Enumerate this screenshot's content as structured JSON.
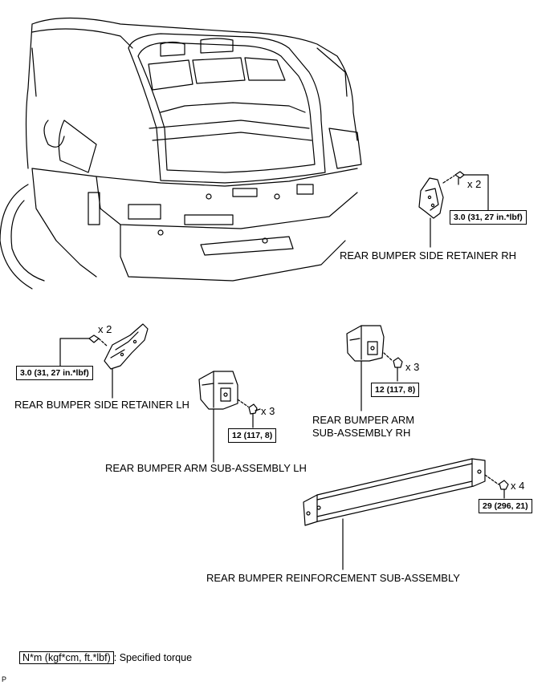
{
  "labels": {
    "side_retainer_rh": "REAR BUMPER SIDE RETAINER RH",
    "side_retainer_lh": "REAR BUMPER SIDE RETAINER LH",
    "arm_rh_line1": "REAR BUMPER ARM",
    "arm_rh_line2": "SUB-ASSEMBLY RH",
    "arm_lh": "REAR BUMPER ARM SUB-ASSEMBLY LH",
    "reinforcement": "REAR BUMPER REINFORCEMENT SUB-ASSEMBLY"
  },
  "quantities": {
    "side_retainer_rh": "x 2",
    "side_retainer_lh": "x 2",
    "arm_rh": "x 3",
    "arm_lh": "x 3",
    "reinforcement": "x 4"
  },
  "torques": {
    "side_retainer_rh": "3.0 (31, 27 in.*lbf)",
    "side_retainer_lh": "3.0 (31, 27 in.*lbf)",
    "arm_rh": "12 (117, 8)",
    "arm_lh": "12 (117, 8)",
    "reinforcement": "29 (296, 21)"
  },
  "legend": {
    "units": "N*m (kgf*cm, ft.*lbf)",
    "description": ": Specified torque"
  },
  "corner_mark": "P"
}
